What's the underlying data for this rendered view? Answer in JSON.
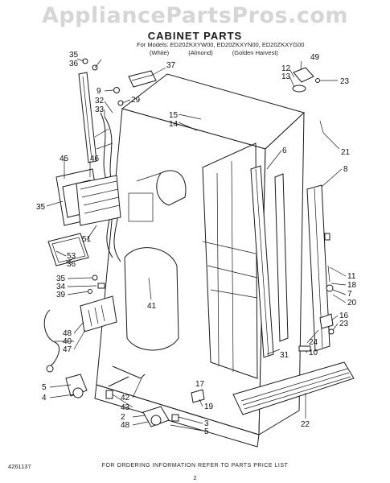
{
  "watermark": "AppliancePartsPros.com",
  "title": "CABINET PARTS",
  "models_line": "For Models: ED20ZKXYW00, ED20ZKXYN00, ED20ZKXYG00",
  "colors": [
    "(White)",
    "(Almond)",
    "(Golden Harvest)"
  ],
  "footer_code": "4261137",
  "footer_note": "FOR ORDERING INFORMATION REFER TO PARTS PRICE LIST",
  "page_number": "2",
  "callouts": {
    "n35a": "35",
    "n36a": "36",
    "n37": "37",
    "n9": "9",
    "n29": "29",
    "n32": "32",
    "n33": "33",
    "n15": "15",
    "n14": "14",
    "n49": "49",
    "n12": "12",
    "n13": "13",
    "n23a": "23",
    "n21": "21",
    "n6": "6",
    "n8": "8",
    "n45": "45",
    "n46": "46",
    "n35b": "35",
    "n51": "51",
    "n53": "53",
    "n36b": "36",
    "n35c": "35",
    "n34": "34",
    "n39": "39",
    "n41": "41",
    "n11": "11",
    "n18": "18",
    "n7": "7",
    "n20": "20",
    "n16": "16",
    "n23b": "23",
    "n24": "24",
    "n10": "10",
    "n31": "31",
    "n48a": "48",
    "n40": "40",
    "n47": "47",
    "n5a": "5",
    "n4": "4",
    "n42": "42",
    "n43": "43",
    "n2": "2",
    "n48b": "48",
    "n3": "3",
    "n5b": "5",
    "n19": "19",
    "n22": "22",
    "n17": "17"
  }
}
